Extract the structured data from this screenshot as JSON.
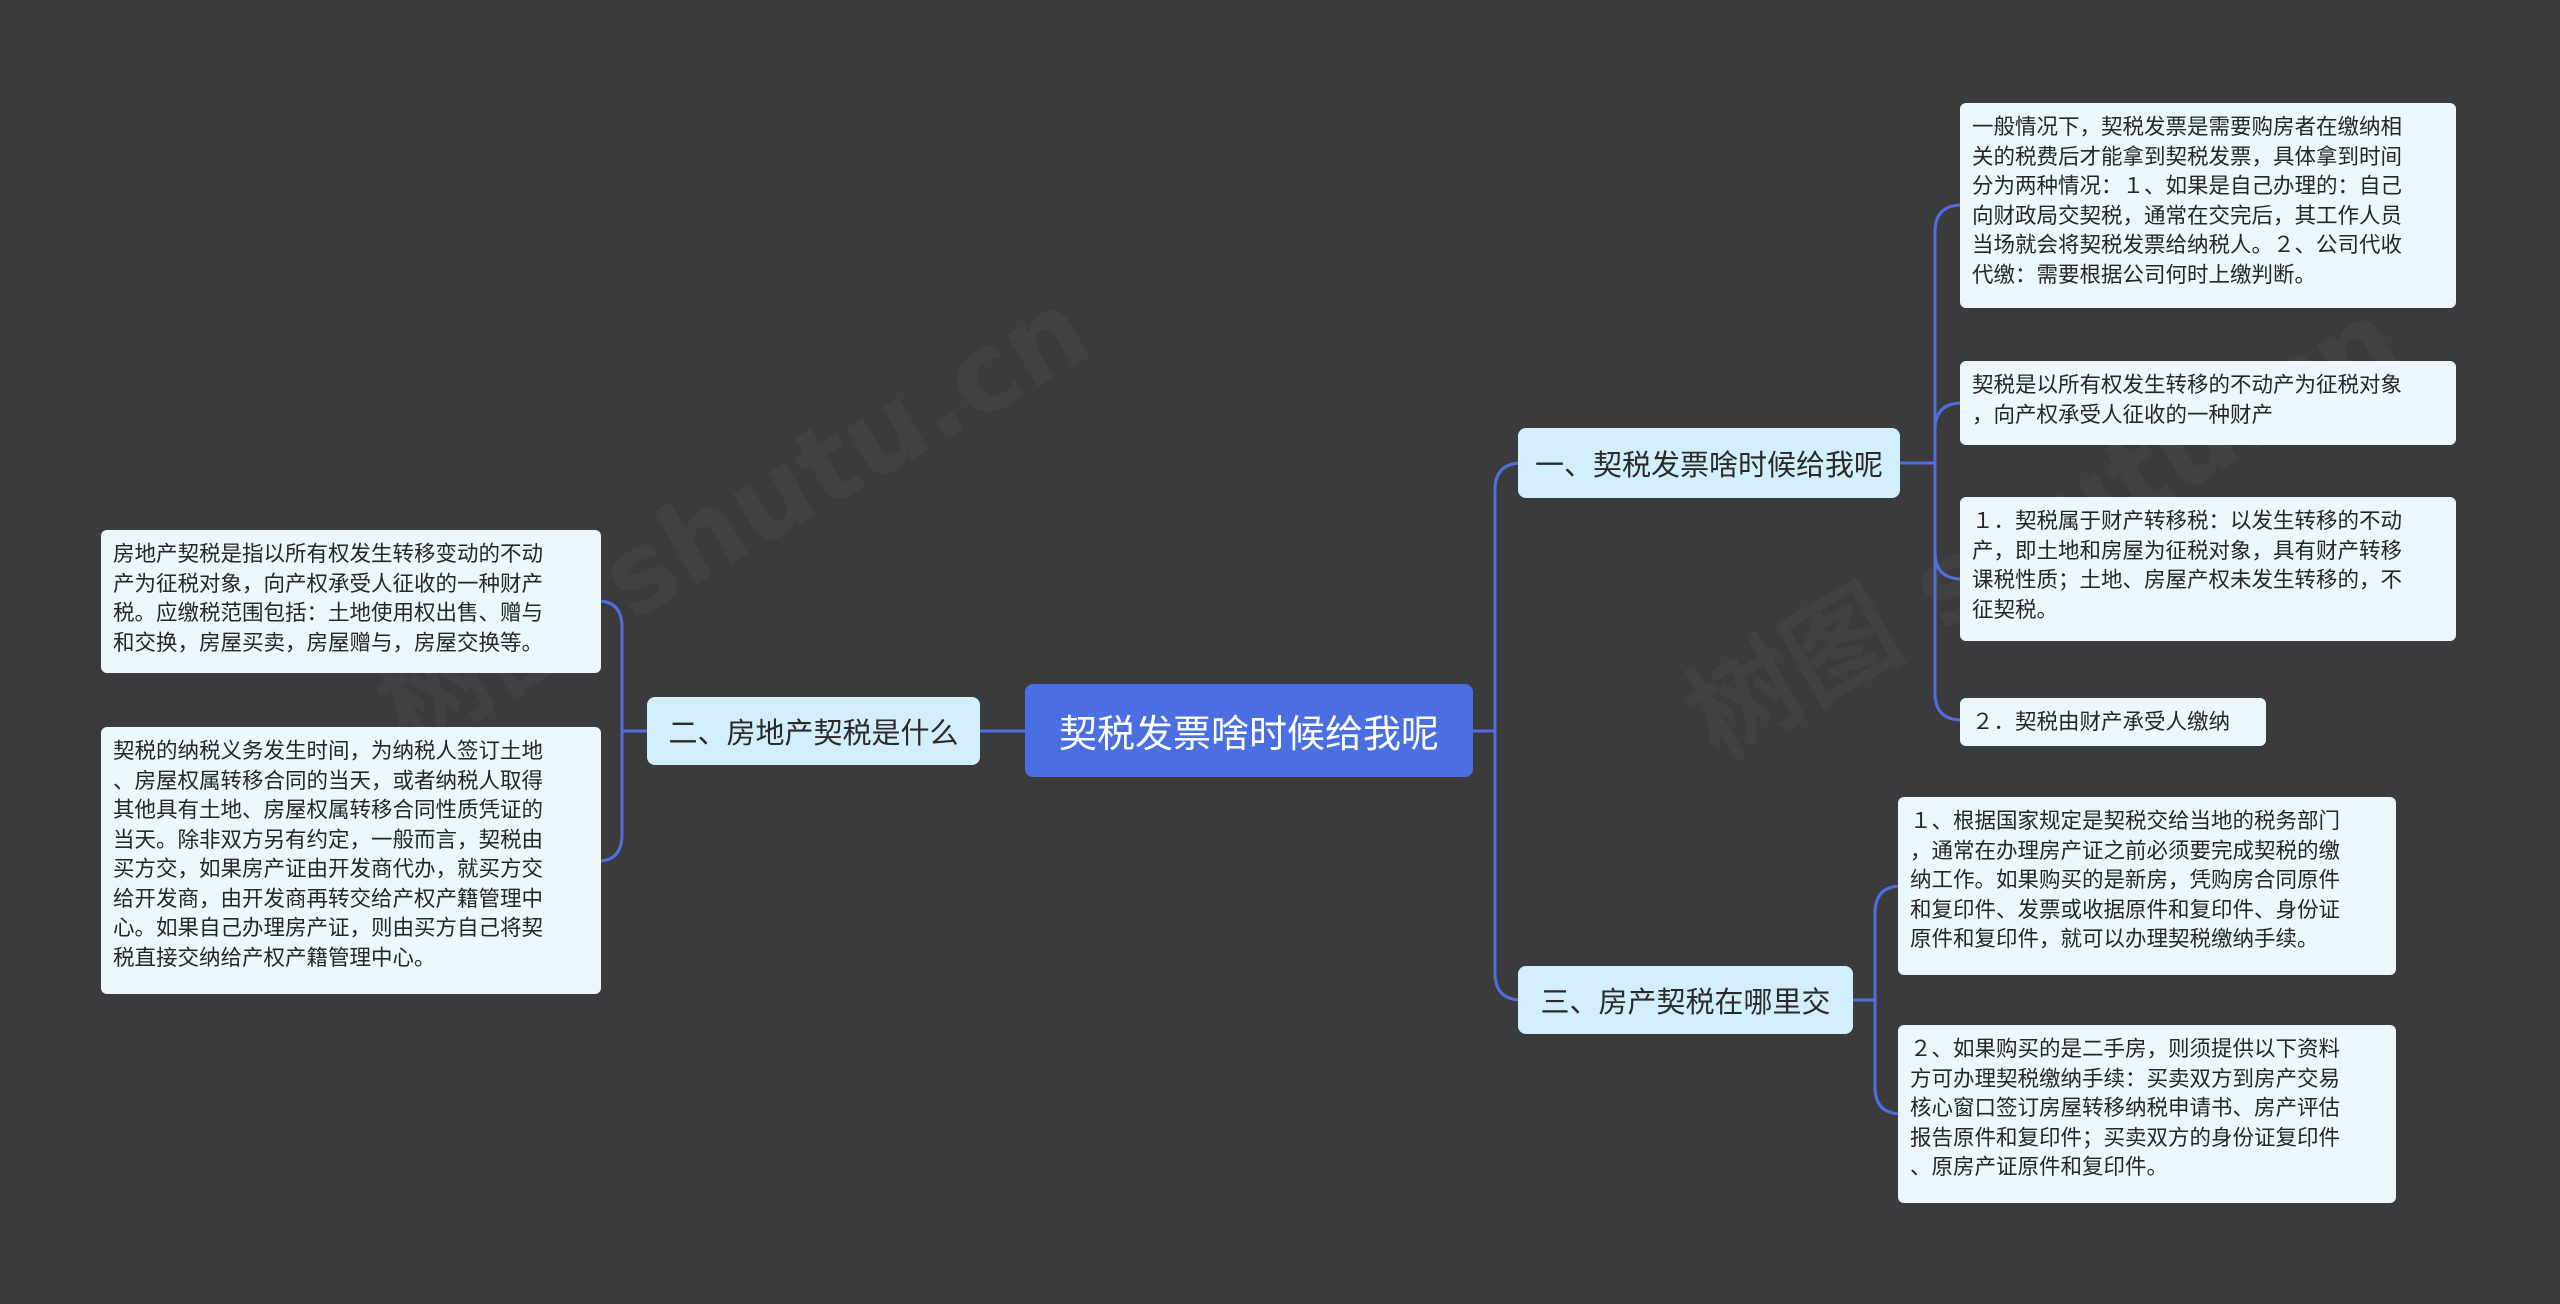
{
  "root": {
    "label": "契税发票啥时候给我呢"
  },
  "branches": {
    "b1": {
      "label": "一、契税发票啥时候给我呢",
      "leaves": [
        "一般情况下，契税发票是需要购房者在缴纳相\n关的税费后才能拿到契税发票，具体拿到时间\n分为两种情况：１、如果是自己办理的：自己\n向财政局交契税，通常在交完后，其工作人员\n当场就会将契税发票给纳税人。２、公司代收\n代缴：需要根据公司何时上缴判断。",
        "契税是以所有权发生转移的不动产为征税对象\n，向产权承受人征收的一种财产",
        "１．契税属于财产转移税：以发生转移的不动\n产，即土地和房屋为征税对象，具有财产转移\n课税性质；土地、房屋产权未发生转移的，不\n征契税。",
        "２．契税由财产承受人缴纳"
      ]
    },
    "b2": {
      "label": "二、房地产契税是什么",
      "leaves": [
        "房地产契税是指以所有权发生转移变动的不动\n产为征税对象，向产权承受人征收的一种财产\n税。应缴税范围包括：土地使用权出售、赠与\n和交换，房屋买卖，房屋赠与，房屋交换等。",
        "契税的纳税义务发生时间，为纳税人签订土地\n、房屋权属转移合同的当天，或者纳税人取得\n其他具有土地、房屋权属转移合同性质凭证的\n当天。除非双方另有约定，一般而言，契税由\n买方交，如果房产证由开发商代办，就买方交\n给开发商，由开发商再转交给产权产籍管理中\n心。如果自己办理房产证，则由买方自己将契\n税直接交纳给产权产籍管理中心。"
      ]
    },
    "b3": {
      "label": "三、房产契税在哪里交",
      "leaves": [
        "１、根据国家规定是契税交给当地的税务部门\n，通常在办理房产证之前必须要完成契税的缴\n纳工作。如果购买的是新房，凭购房合同原件\n和复印件、发票或收据原件和复印件、身份证\n原件和复印件，就可以办理契税缴纳手续。",
        "２、如果购买的是二手房，则须提供以下资料\n方可办理契税缴纳手续：买卖双方到房产交易\n核心窗口签订房屋转移纳税申请书、房产评估\n报告原件和复印件；买卖双方的身份证复印件\n、原房产证原件和复印件。"
      ]
    }
  },
  "colors": {
    "background": "#3b3a3c",
    "root": "#4b6fe0",
    "branch": "#d3eefb",
    "leaf": "#ecf7fb",
    "connector": "#4f6fe0"
  }
}
